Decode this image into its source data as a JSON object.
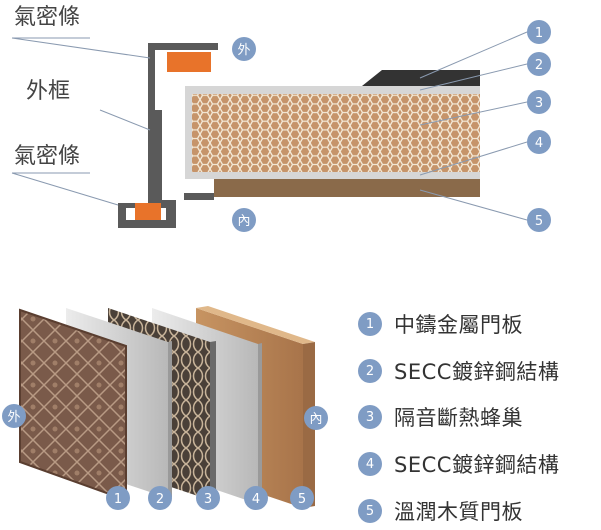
{
  "cross_section": {
    "labels": {
      "gasket_top": "氣密條",
      "frame": "外框",
      "gasket_bottom": "氣密條",
      "outside": "外",
      "inside": "內"
    },
    "markers": [
      "1",
      "2",
      "3",
      "4",
      "5"
    ]
  },
  "exploded": {
    "outside": "外",
    "inside": "內",
    "markers": [
      "1",
      "2",
      "3",
      "4",
      "5"
    ]
  },
  "legend": [
    {
      "num": "1",
      "label": "中鑄金屬門板"
    },
    {
      "num": "2",
      "label": "SECC鍍鋅鋼結構"
    },
    {
      "num": "3",
      "label": "隔音斷熱蜂巢"
    },
    {
      "num": "4",
      "label": "SECC鍍鋅鋼結構"
    },
    {
      "num": "5",
      "label": "溫潤木質門板"
    }
  ],
  "colors": {
    "badge": "#7f9cc4",
    "gasket": "#e8732a",
    "frame": "#555555",
    "honeycomb_fill": "#c6946a",
    "steel": "#d4d4d4",
    "wood": "#8a6a4a",
    "cast_metal": "#333333"
  }
}
